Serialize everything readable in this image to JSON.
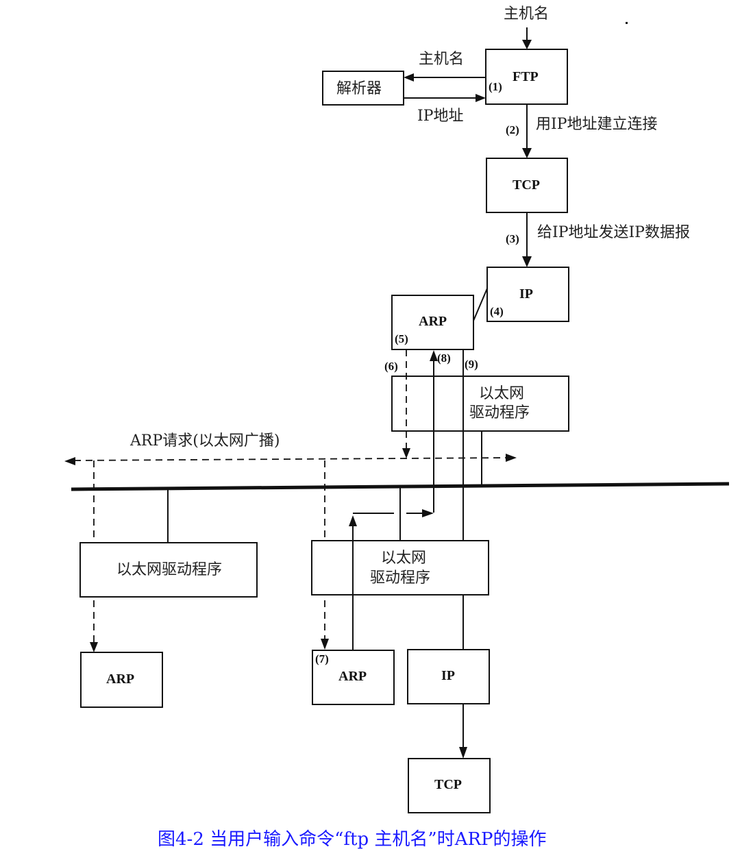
{
  "figure": {
    "caption": "图4-2   当用户输入命令“ftp 主机名”时ARP的操作",
    "caption_color": "#1a1aff"
  },
  "boxes": {
    "ftp": "FTP",
    "resolver": "解析器",
    "tcp_local": "TCP",
    "ip_local": "IP",
    "arp_local": "ARP",
    "eth_local": [
      "以太网",
      "驱动程序"
    ],
    "eth_remote_left": "以太网驱动程序",
    "arp_remote_left": "ARP",
    "eth_remote_mid": [
      "以太网",
      "驱动程序"
    ],
    "arp_remote_mid": "ARP",
    "ip_remote_mid": "IP",
    "tcp_remote_mid": "TCP"
  },
  "labels": {
    "hostname_input": "主机名",
    "hostname_to_resolver": "主机名",
    "ip_address_from_resolver": "IP地址",
    "connect_using_ip": "用IP地址建立连接",
    "send_ip_datagram": "给IP地址发送IP数据报",
    "arp_request_broadcast": "ARP请求(以太网广播)"
  },
  "steps": [
    "(1)",
    "(2)",
    "(3)",
    "(4)",
    "(5)",
    "(6)",
    "(7)",
    "(8)",
    "(9)"
  ]
}
